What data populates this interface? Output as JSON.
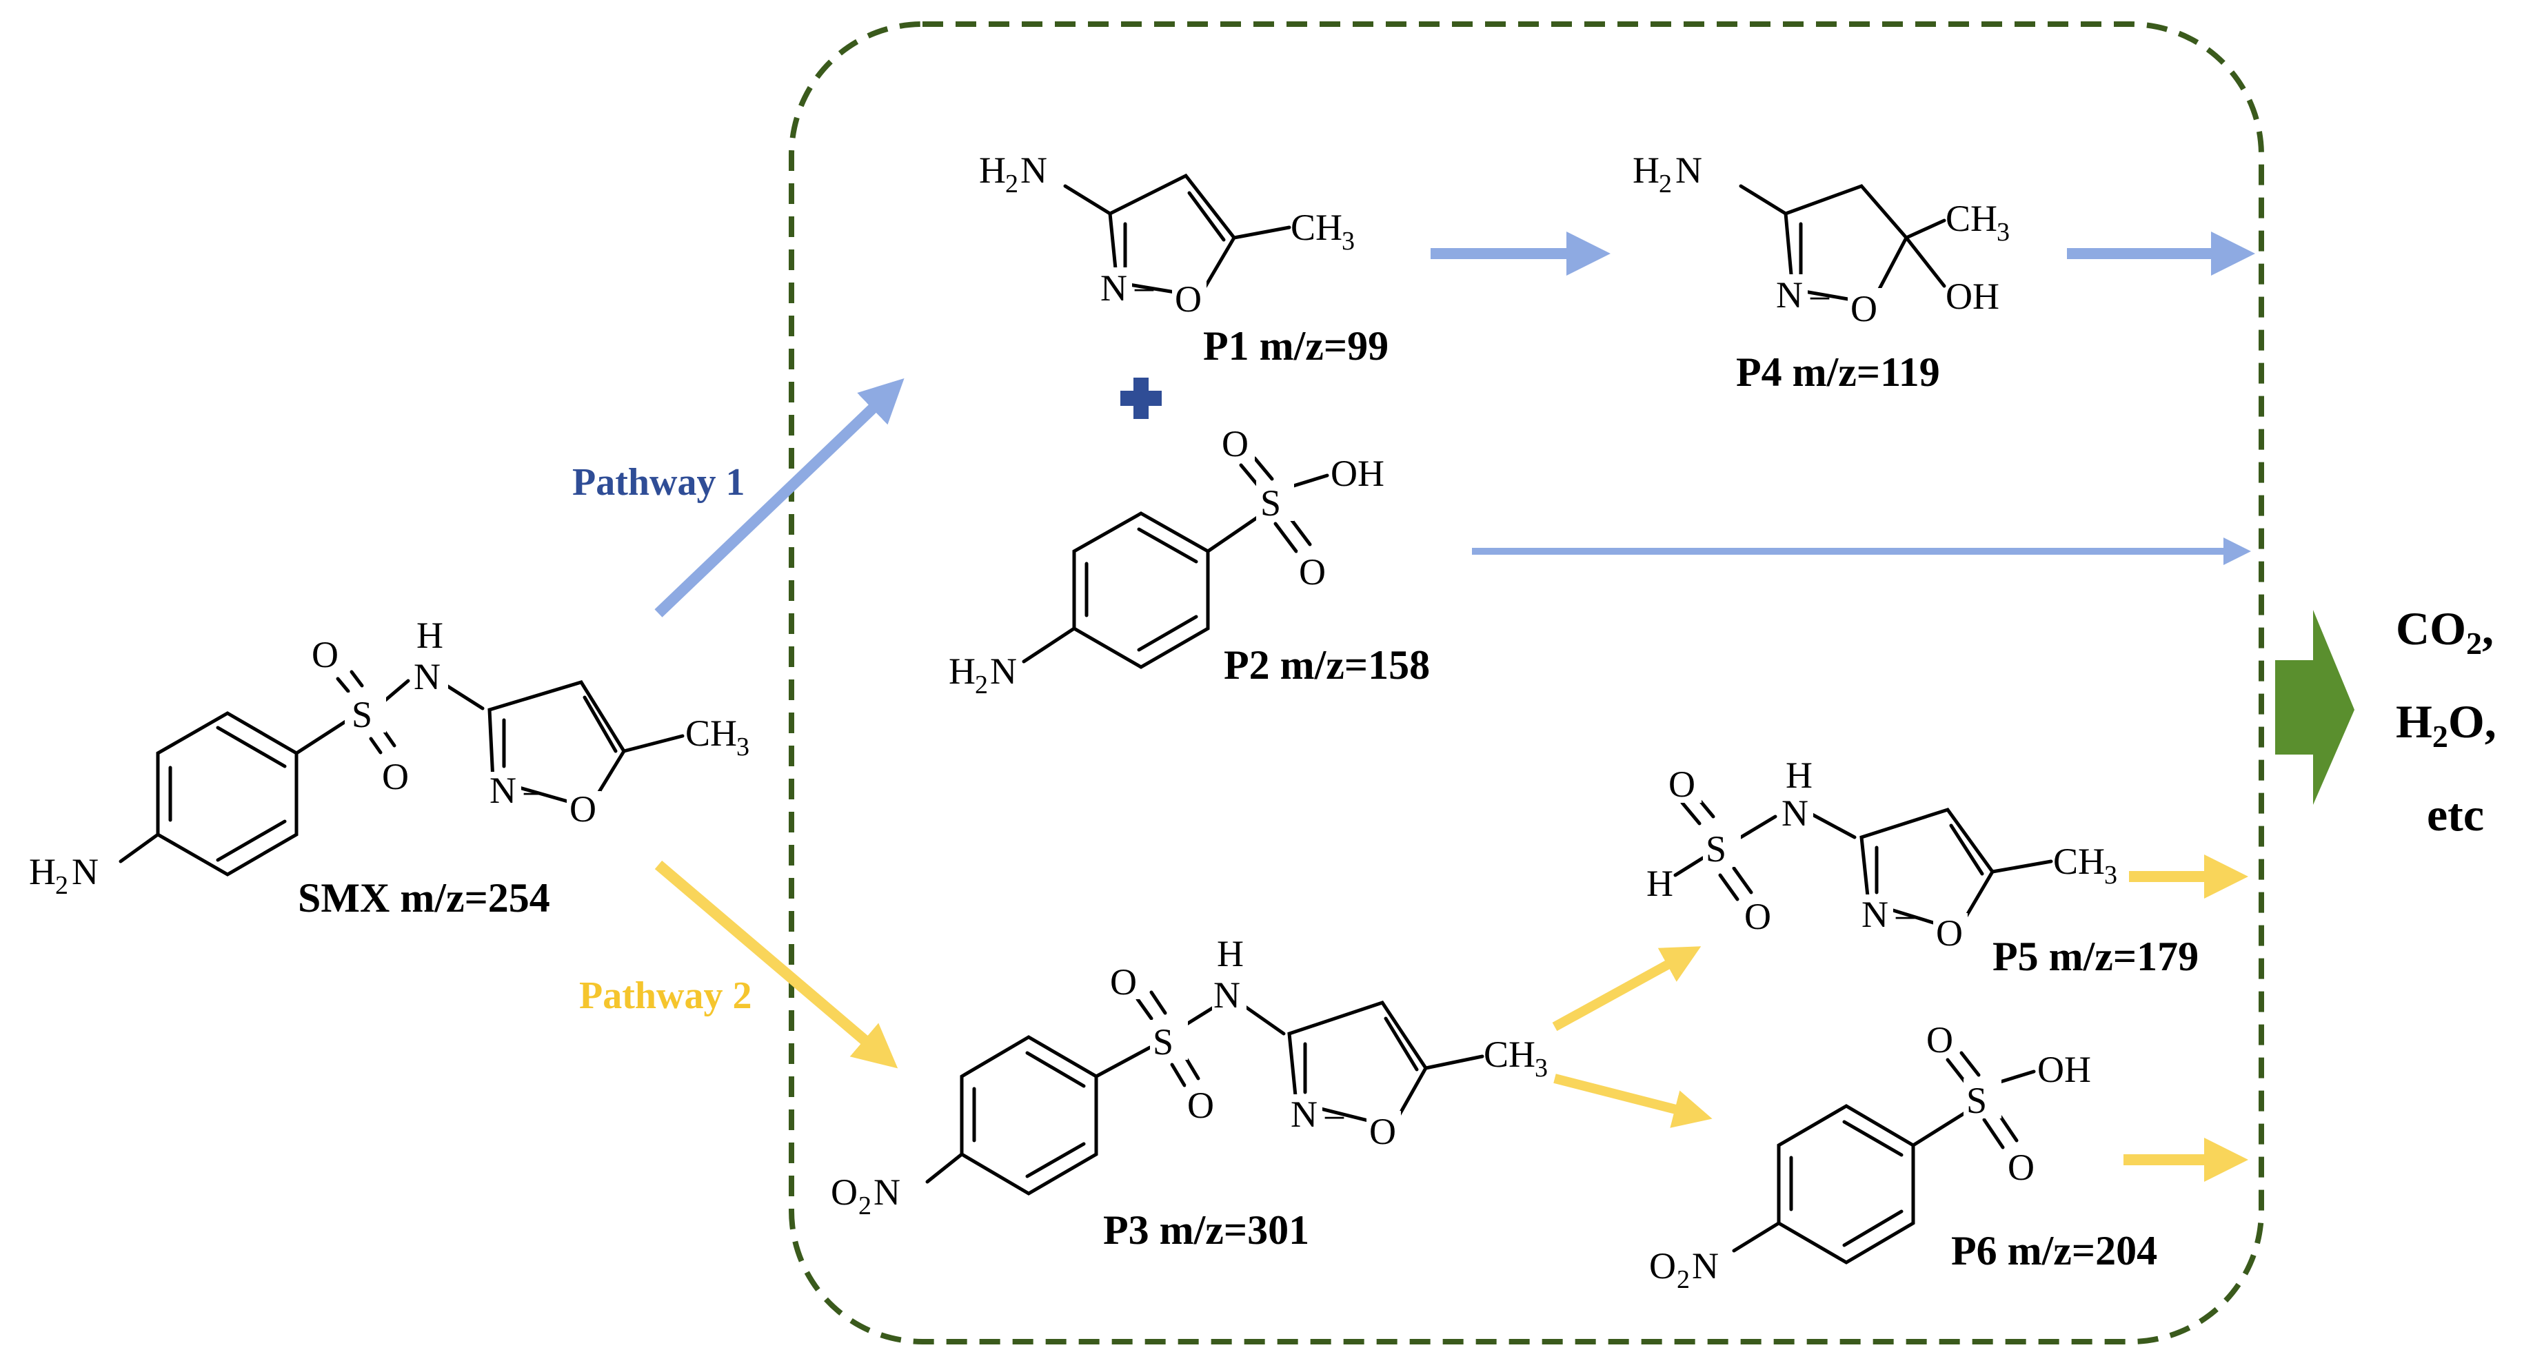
{
  "colors": {
    "pathway1": "#8eaae2",
    "pathway1_label": "#2f4d96",
    "pathway2": "#f9d55a",
    "pathway2_label": "#f5c52d",
    "plus": "#2f4d96",
    "dashed_box": "#3a5a1c",
    "output_arrow": "#5a8f2e"
  },
  "pathways": {
    "p1_label": "Pathway 1",
    "p2_label": "Pathway 2"
  },
  "compounds": {
    "smx": "SMX m/z=254",
    "p1": "P1 m/z=99",
    "p2": "P2 m/z=158",
    "p3": "P3 m/z=301",
    "p4": "P4 m/z=119",
    "p5": "P5 m/z=179",
    "p6": "P6 m/z=204"
  },
  "atoms": {
    "H": "H",
    "N": "N",
    "O": "O",
    "S": "S",
    "C": "C",
    "OH": "OH",
    "sub2": "2",
    "sub3": "3"
  },
  "products": {
    "co2_main": "CO",
    "co2_sub": "2",
    "co2_tail": ",",
    "h2o_main": "H",
    "h2o_sub": "2",
    "h2o_tail": "O,",
    "etc": "etc"
  }
}
